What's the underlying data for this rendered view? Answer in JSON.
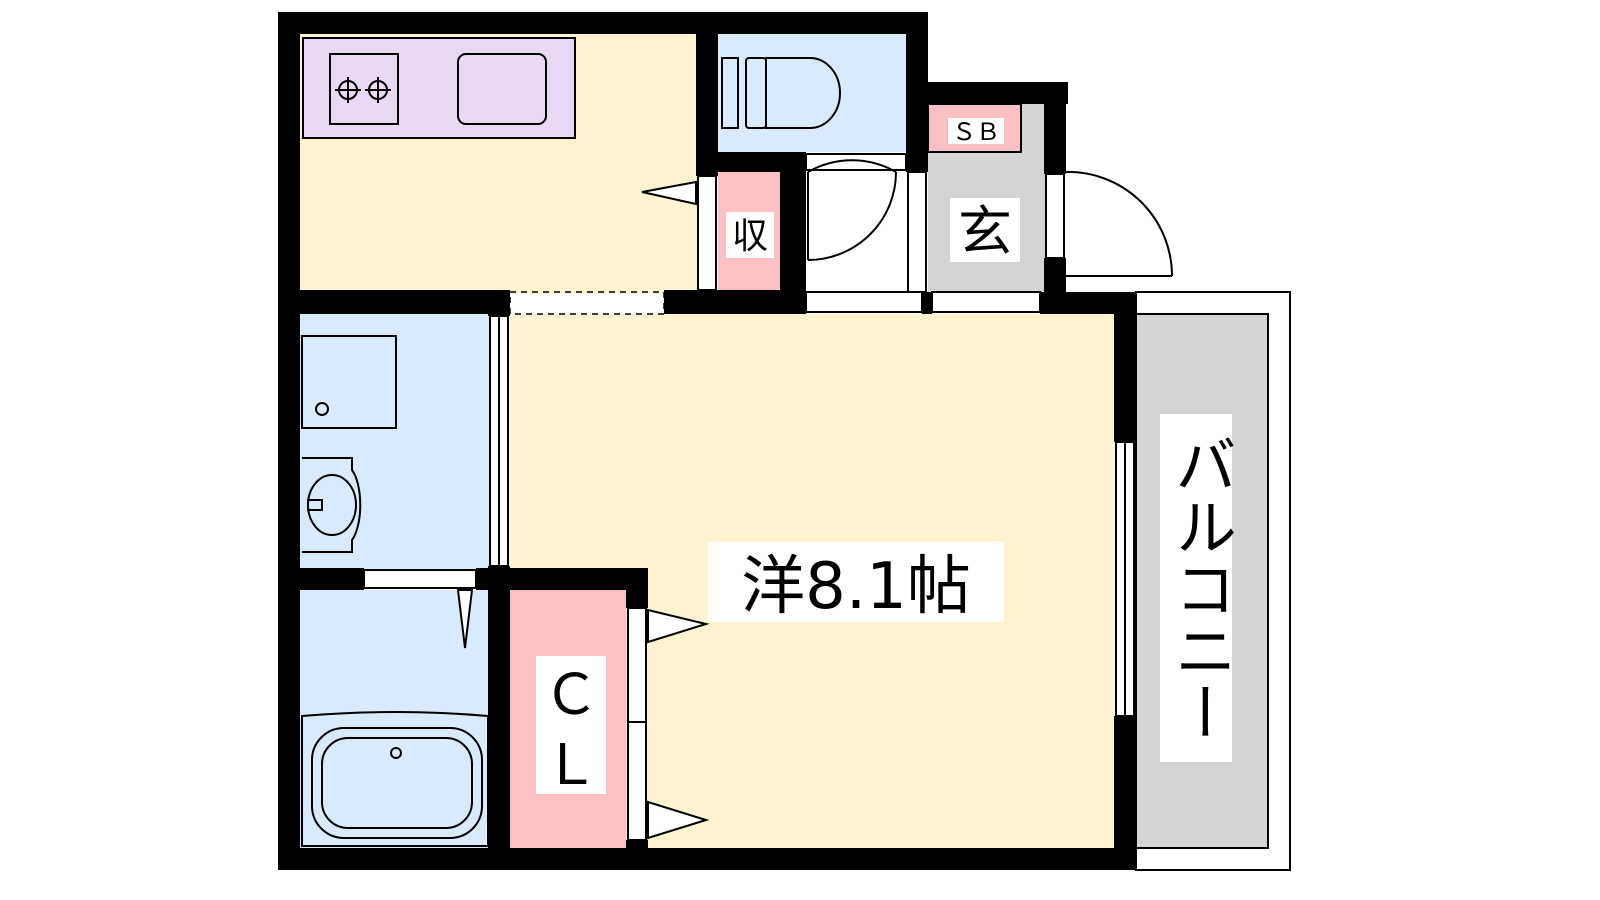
{
  "floorplan": {
    "main_room_label": "洋8.1帖",
    "balcony_label": "バルコニー",
    "entrance_label": "玄",
    "shoe_box_label": "ＳＢ",
    "storage_label": "収",
    "closet_label_line1": "Ｃ",
    "closet_label_line2": "Ｌ"
  },
  "colors": {
    "wall": "#000000",
    "kitchen_floor": "#fff2d0",
    "main_room_floor": "#fff2d0",
    "wet_area": "#d8eafc",
    "stove_counter": "#ead9f4",
    "storage": "#fdc0c4",
    "entrance": "#d4d4d4",
    "balcony": "#d4d4d4"
  }
}
